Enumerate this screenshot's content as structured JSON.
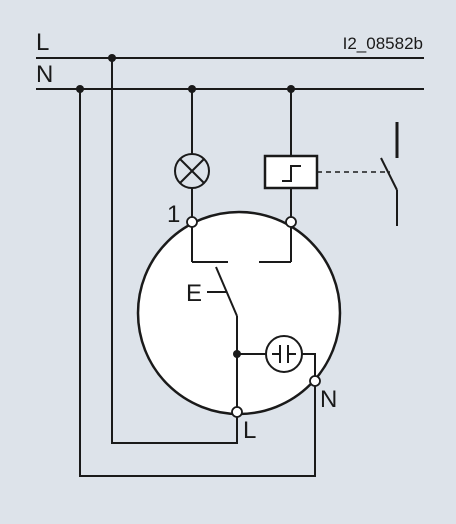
{
  "labels": {
    "line": "L",
    "neutral": "N",
    "drawing_code": "I2_08582b",
    "terminal_1": "1",
    "terminal_e": "E",
    "terminal_l": "L",
    "terminal_n": "N"
  },
  "colors": {
    "background": "#dde3ea",
    "stroke": "#1a1a1a",
    "device_fill": "#ffffff"
  }
}
